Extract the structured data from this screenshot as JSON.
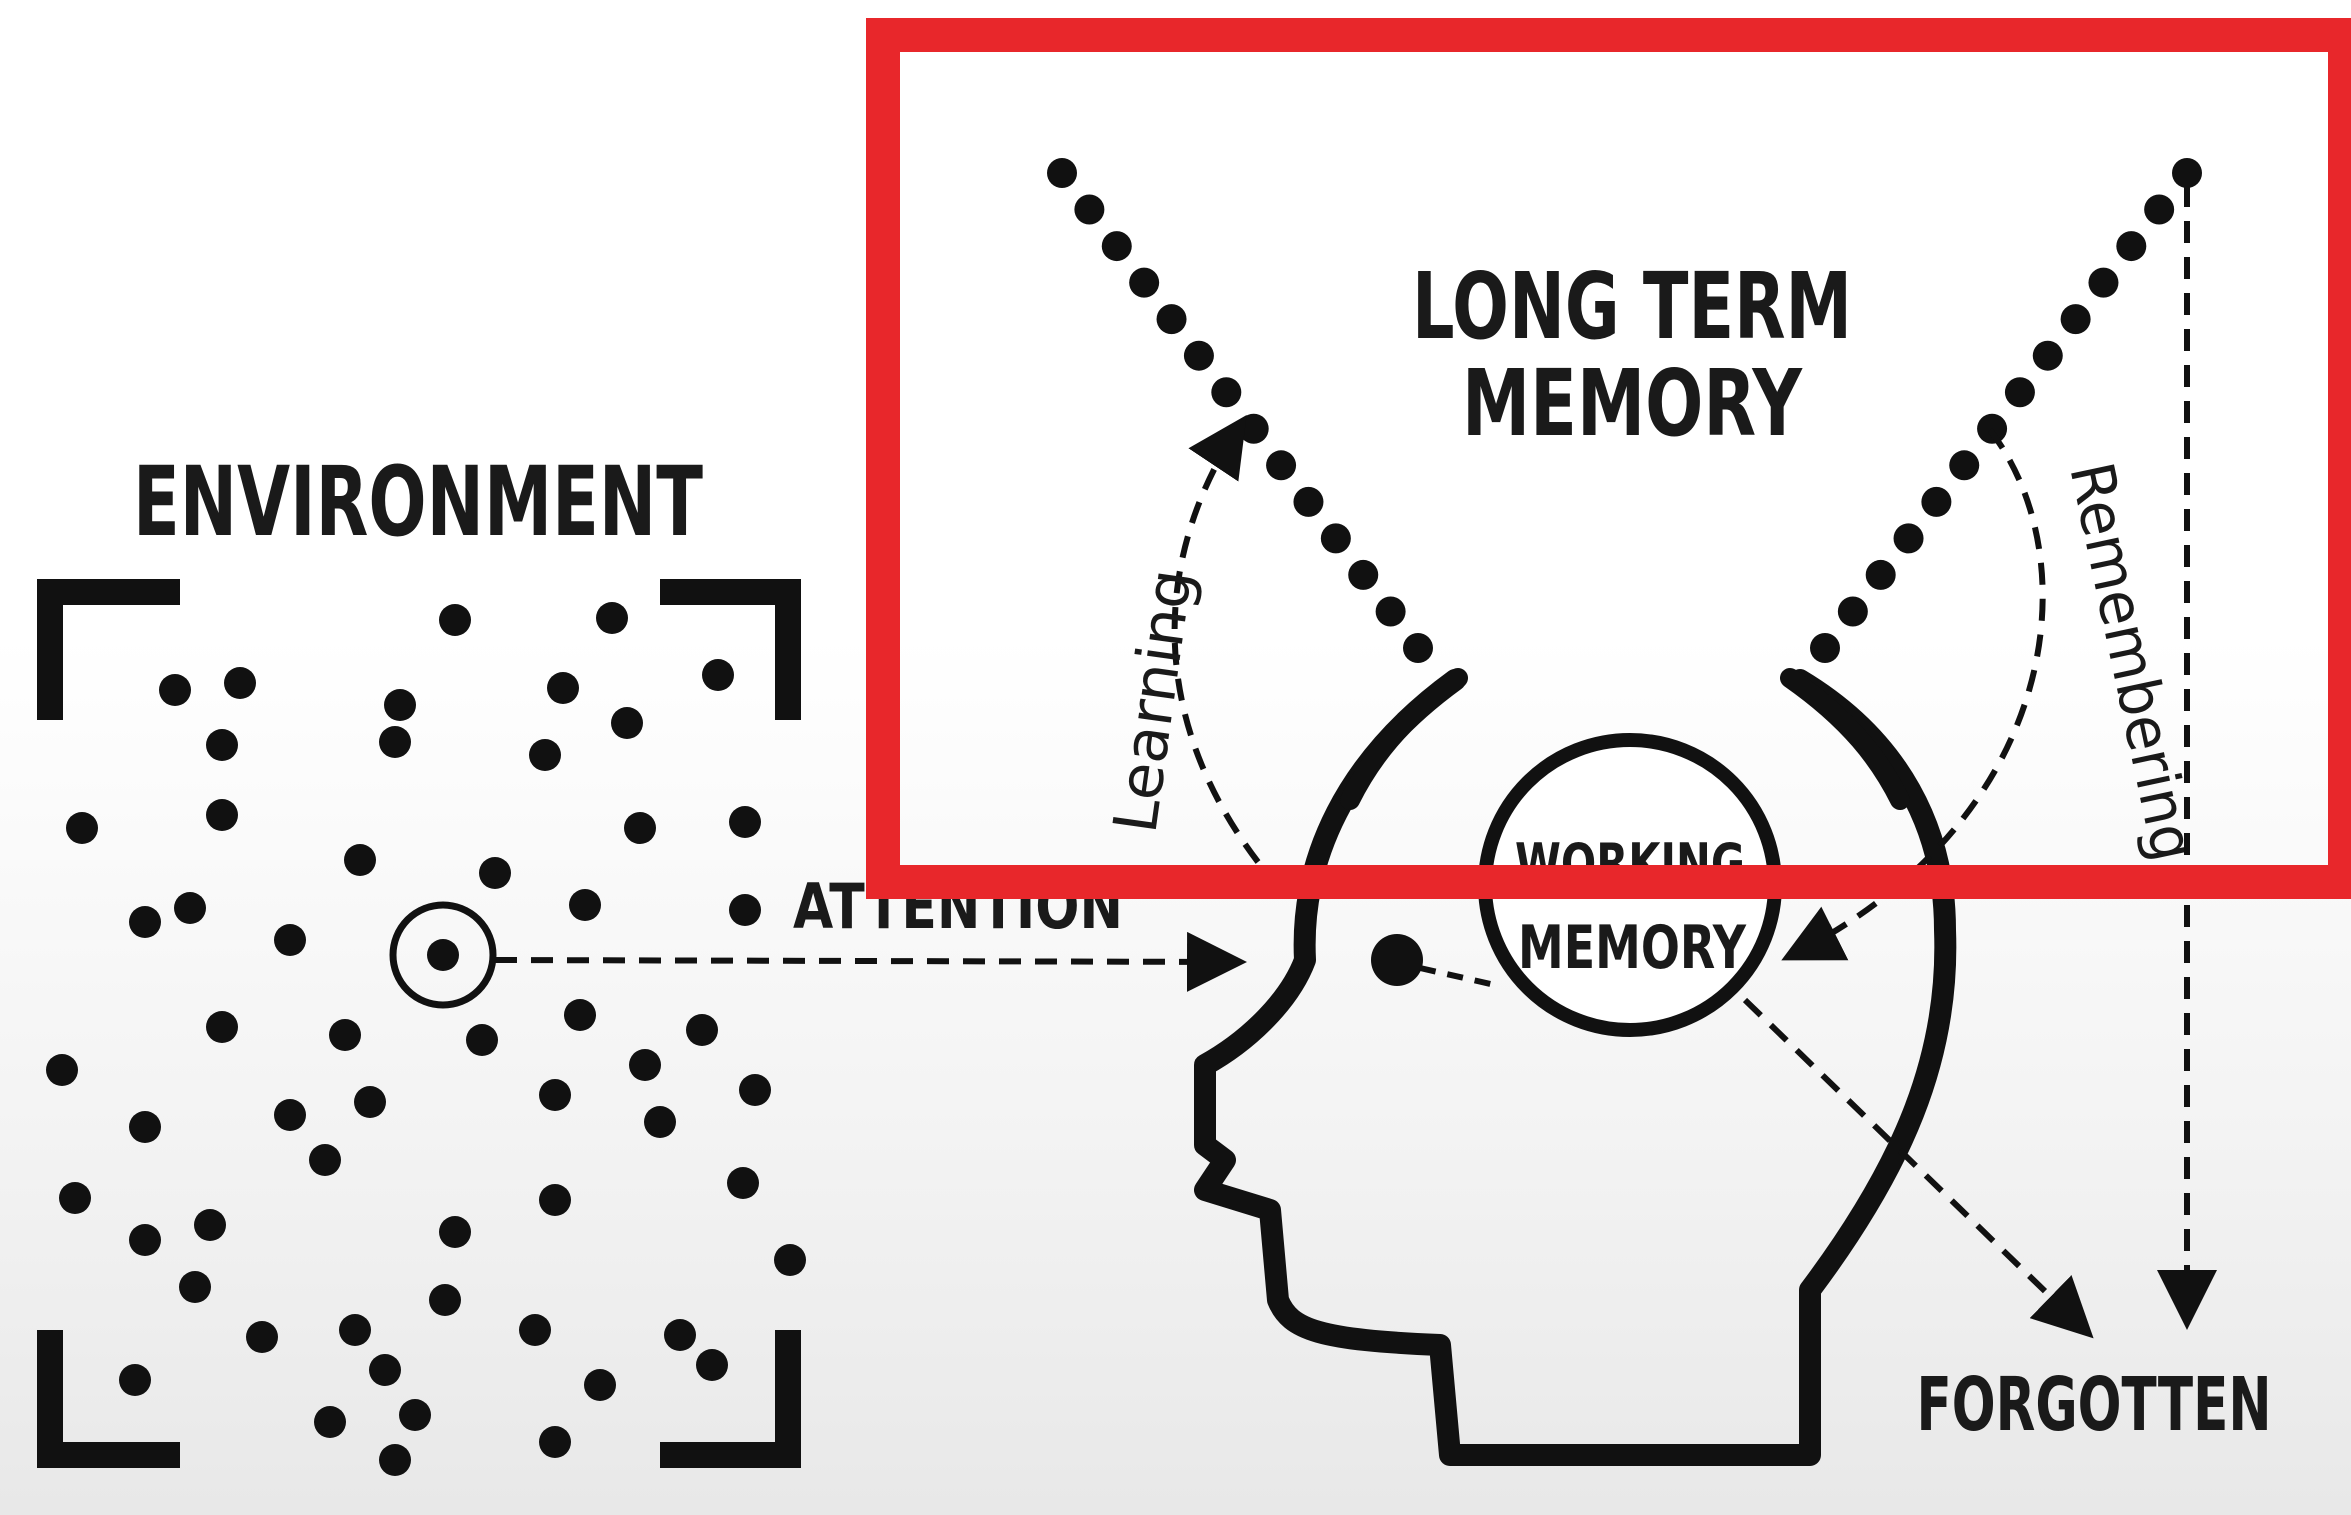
{
  "diagram": {
    "environment_label": "ENVIRONMENT",
    "attention_label": "ATTENTION",
    "working_memory_label_line1": "WORKING",
    "working_memory_label_line2": "MEMORY",
    "long_term_memory_line1": "LONG TERM",
    "long_term_memory_line2": "MEMORY",
    "learning_label": "Learning",
    "remembering_label": "Remembering",
    "forgotten_label": "FORGOTTEN"
  },
  "colors": {
    "ink": "#111111",
    "highlight_box": "#e8272b",
    "background": "#ffffff"
  }
}
